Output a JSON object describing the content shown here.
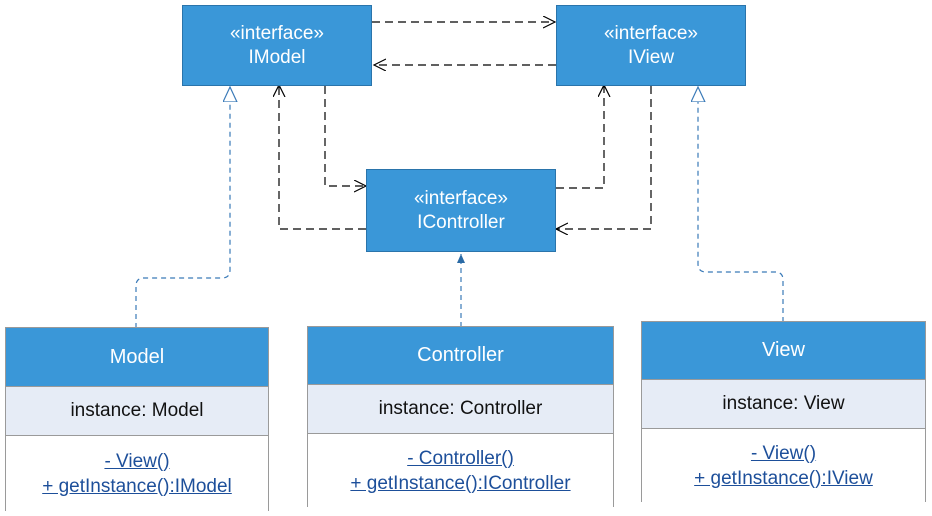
{
  "colors": {
    "box_fill": "#3a97d8",
    "attribute_fill": "#e6ecf6",
    "operation_text": "#1d4f9a",
    "dependency_line": "#000000",
    "realization_line": "#3a7ab8"
  },
  "interfaces": {
    "imodel": {
      "stereotype": "«interface»",
      "name": "IModel"
    },
    "iview": {
      "stereotype": "«interface»",
      "name": "IView"
    },
    "icontroller": {
      "stereotype": "«interface»",
      "name": "IController"
    }
  },
  "classes": {
    "model": {
      "name": "Model",
      "attribute": "instance: Model",
      "operations": [
        "- View()",
        "+ getInstance():IModel"
      ]
    },
    "controller": {
      "name": "Controller",
      "attribute": "instance: Controller",
      "operations": [
        "- Controller()",
        "+ getInstance():IController"
      ]
    },
    "view": {
      "name": "View",
      "attribute": "instance: View",
      "operations": [
        "- View()",
        "+ getInstance():IView"
      ]
    }
  }
}
